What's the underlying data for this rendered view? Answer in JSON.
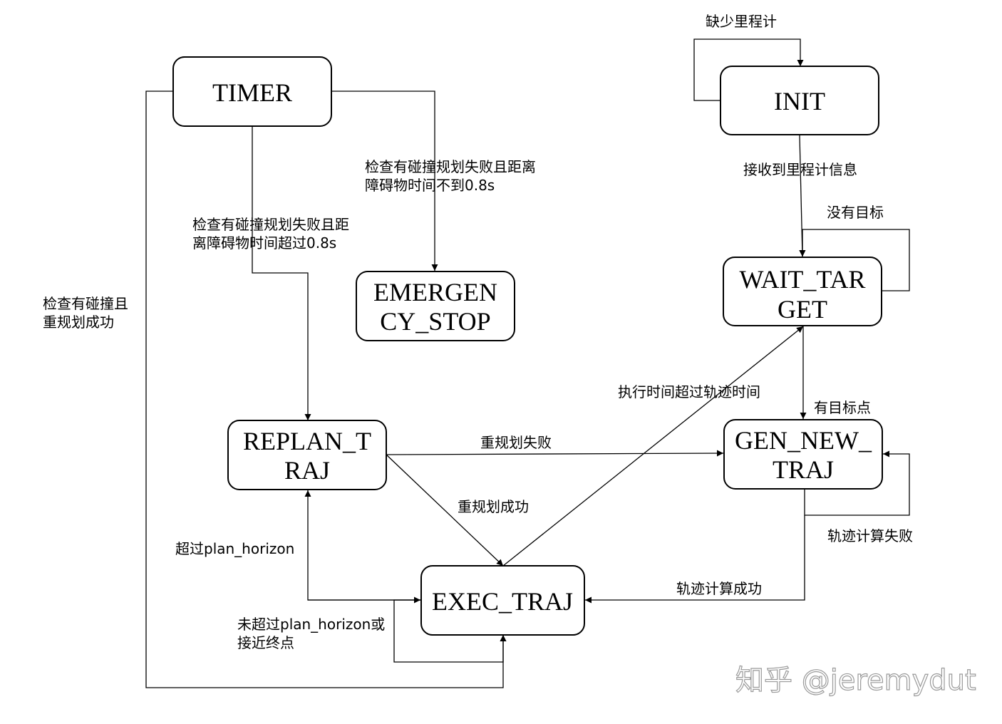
{
  "states": {
    "timer": [
      "TIMER"
    ],
    "init": [
      "INIT"
    ],
    "emergency_stop": [
      "EMERGEN",
      "CY_STOP"
    ],
    "wait_target": [
      "WAIT_TAR",
      "GET"
    ],
    "replan_traj": [
      "REPLAN_T",
      "RAJ"
    ],
    "gen_new_traj": [
      "GEN_NEW_",
      "TRAJ"
    ],
    "exec_traj": [
      "EXEC_TRAJ"
    ]
  },
  "labels": {
    "lacking_odometer": [
      "缺少里程计"
    ],
    "received_odometer": [
      "接收到里程计信息"
    ],
    "no_target": [
      "没有目标"
    ],
    "has_target": [
      "有目标点"
    ],
    "collision_emergency": [
      "检查有碰撞规划失败且距离",
      "障碍物时间不到0.8s"
    ],
    "collision_replan": [
      "检查有碰撞规划失败且距",
      "离障碍物时间超过0.8s"
    ],
    "collision_replan_success": [
      "检查有碰撞且",
      "重规划成功"
    ],
    "replan_failed": [
      "重规划失败"
    ],
    "replan_success": [
      "重规划成功"
    ],
    "exec_time_exceeded": [
      "执行时间超过轨迹时间"
    ],
    "traj_calc_failed": [
      "轨迹计算失败"
    ],
    "traj_calc_success": [
      "轨迹计算成功"
    ],
    "exceeded_horizon": [
      "超过plan_horizon"
    ],
    "not_exceeded_horizon": [
      "未超过plan_horizon或",
      "接近终点"
    ]
  },
  "watermark": "知乎 @jeremydut",
  "colors": {
    "stroke": "#000000",
    "background": "#ffffff",
    "watermark": "#9a9a9a"
  }
}
